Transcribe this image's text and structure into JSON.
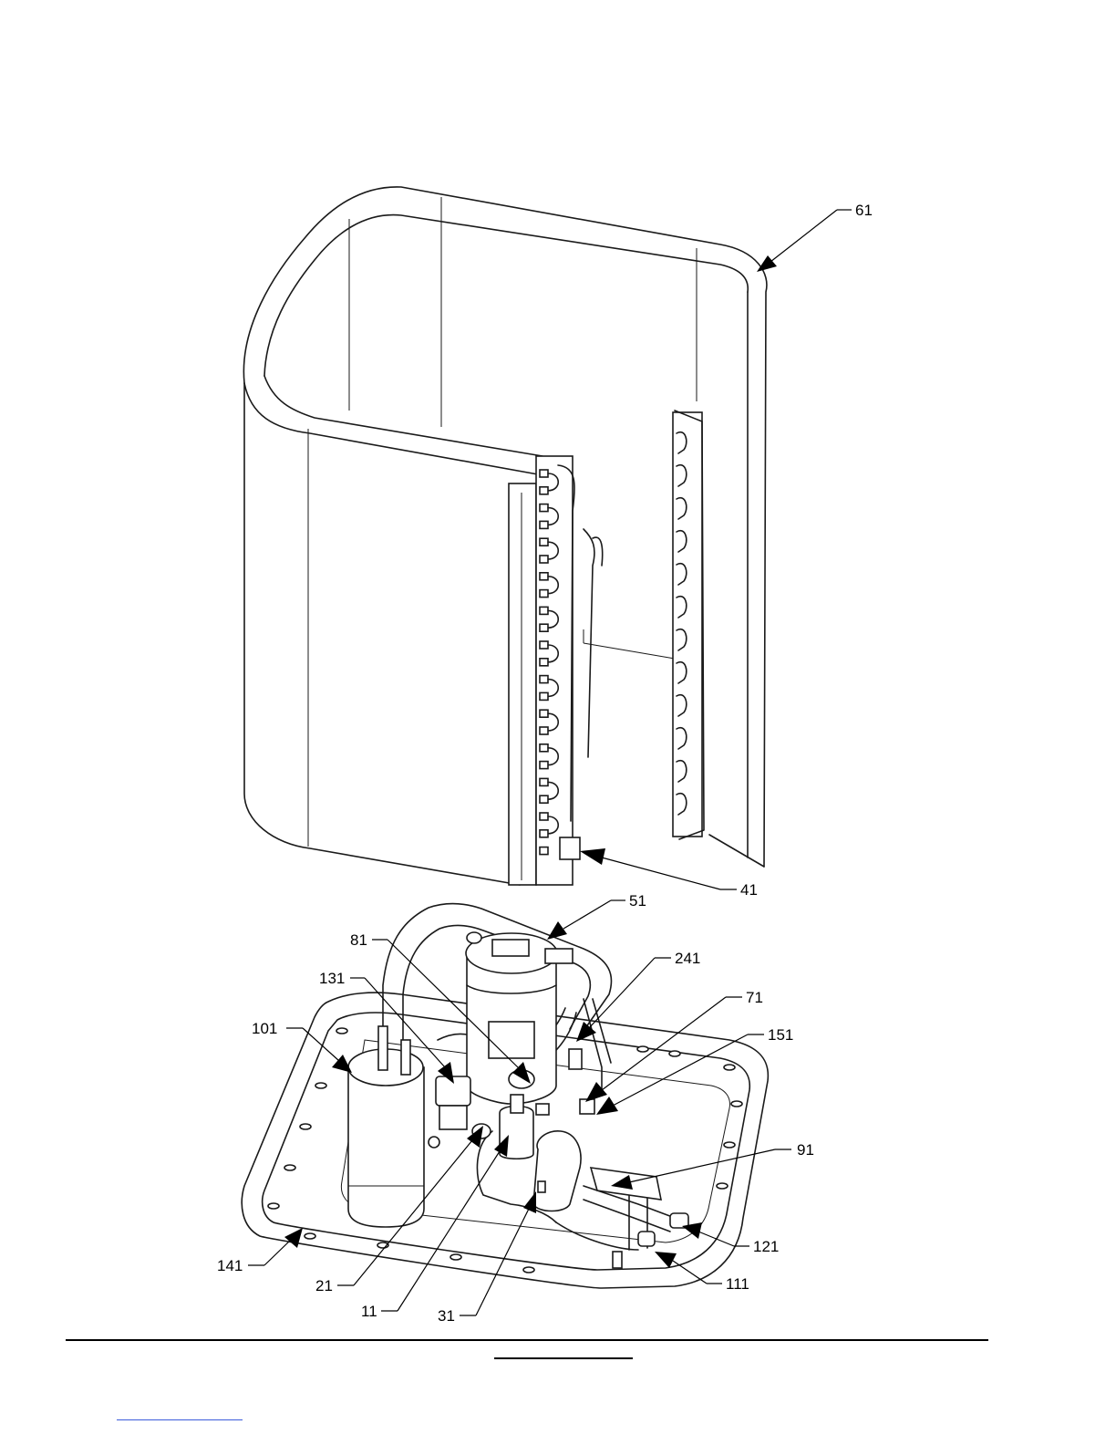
{
  "callouts": [
    {
      "id": "61",
      "label": "61"
    },
    {
      "id": "41",
      "label": "41"
    },
    {
      "id": "51",
      "label": "51"
    },
    {
      "id": "81",
      "label": "81"
    },
    {
      "id": "241",
      "label": "241"
    },
    {
      "id": "131",
      "label": "131"
    },
    {
      "id": "71",
      "label": "71"
    },
    {
      "id": "101",
      "label": "101"
    },
    {
      "id": "151",
      "label": "151"
    },
    {
      "id": "91",
      "label": "91"
    },
    {
      "id": "121",
      "label": "121"
    },
    {
      "id": "141",
      "label": "141"
    },
    {
      "id": "111",
      "label": "111"
    },
    {
      "id": "21",
      "label": "21"
    },
    {
      "id": "11",
      "label": "11"
    },
    {
      "id": "31",
      "label": "31"
    }
  ]
}
